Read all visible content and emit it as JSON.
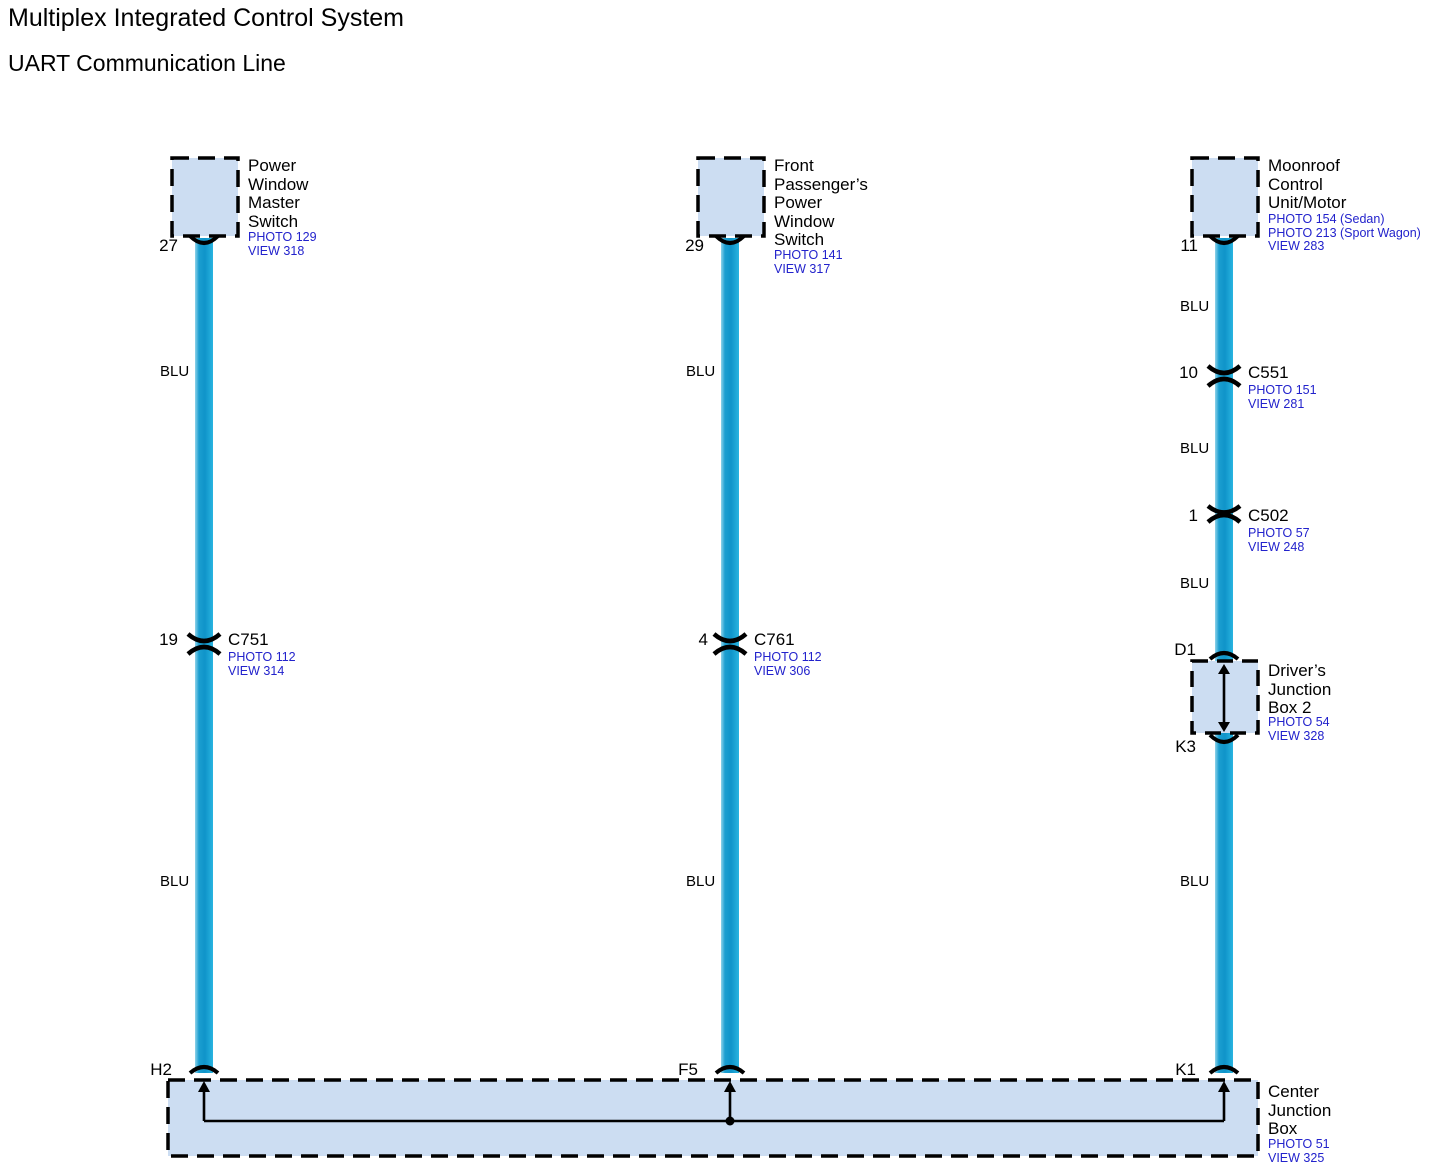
{
  "title": {
    "main": "Multiplex Integrated Control System",
    "sub": "UART Communication Line"
  },
  "colors": {
    "wire_blue": "#1b9ed0",
    "box_fill": "#ccddf2",
    "box_stroke": "#000000",
    "photo_text": "#2222cc",
    "text": "#000000"
  },
  "columns": [
    {
      "id": "col-power-window-master-switch",
      "component": {
        "name": "component-power-window-master-switch",
        "label_lines": [
          "Power",
          "Window",
          "Master",
          "Switch"
        ],
        "photo_lines": [
          "PHOTO 129",
          "VIEW 318"
        ],
        "pin": "27"
      },
      "wire_labels": [
        "BLU",
        "BLU"
      ],
      "connectors": [
        {
          "name": "connector-c751",
          "pin": "19",
          "label": "C751",
          "photo_lines": [
            "PHOTO 112",
            "VIEW 314"
          ]
        }
      ],
      "junction_terminal": "H2"
    },
    {
      "id": "col-front-passengers-power-window-switch",
      "component": {
        "name": "component-front-passengers-power-window-switch",
        "label_lines": [
          "Front",
          "Passenger’s",
          "Power",
          "Window",
          "Switch"
        ],
        "photo_lines": [
          "PHOTO 141",
          "VIEW 317"
        ],
        "pin": "29"
      },
      "wire_labels": [
        "BLU",
        "BLU"
      ],
      "connectors": [
        {
          "name": "connector-c761",
          "pin": "4",
          "label": "C761",
          "photo_lines": [
            "PHOTO 112",
            "VIEW 306"
          ]
        }
      ],
      "junction_terminal": "F5"
    },
    {
      "id": "col-moonroof-control-unit-motor",
      "component": {
        "name": "component-moonroof-control-unit-motor",
        "label_lines": [
          "Moonroof",
          "Control",
          "Unit/Motor"
        ],
        "photo_lines": [
          "PHOTO 154 (Sedan)",
          "PHOTO 213 (Sport Wagon)",
          "VIEW 283"
        ],
        "pin": "11"
      },
      "wire_labels": [
        "BLU",
        "BLU",
        "BLU",
        "BLU"
      ],
      "connectors": [
        {
          "name": "connector-c551",
          "pin": "10",
          "label": "C551",
          "photo_lines": [
            "PHOTO 151",
            "VIEW 281"
          ]
        },
        {
          "name": "connector-c502",
          "pin": "1",
          "label": "C502",
          "photo_lines": [
            "PHOTO 57",
            "VIEW 248"
          ]
        }
      ],
      "inline_box": {
        "name": "component-drivers-junction-box-2",
        "label_lines": [
          "Driver’s",
          "Junction",
          "Box 2"
        ],
        "photo_lines": [
          "PHOTO 54",
          "VIEW 328"
        ],
        "top_terminal": "D1",
        "bottom_terminal": "K3"
      },
      "junction_terminal": "K1"
    }
  ],
  "center_junction_box": {
    "name": "component-center-junction-box",
    "label_lines": [
      "Center",
      "Junction",
      "Box"
    ],
    "photo_lines": [
      "PHOTO 51",
      "VIEW 325"
    ],
    "terminals": [
      "H2",
      "F5",
      "K1"
    ]
  }
}
